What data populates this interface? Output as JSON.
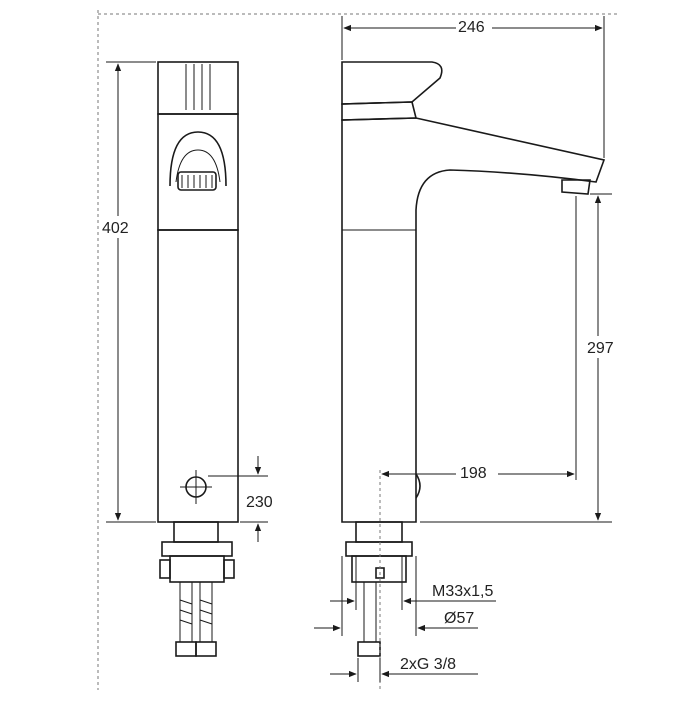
{
  "dimensions": {
    "overall_width": "246",
    "height_total": "402",
    "spout_height": "297",
    "spout_reach": "198",
    "control_height": "230",
    "thread": "M33x1,5",
    "base_diameter": "Ø57",
    "connections": "2xG 3/8"
  },
  "colors": {
    "line": "#1a1a1a",
    "frame": "#999999",
    "background": "#ffffff"
  }
}
